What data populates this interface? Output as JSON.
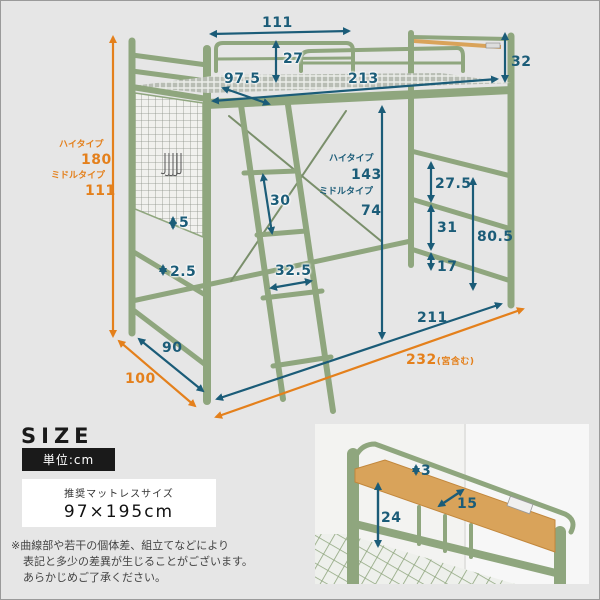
{
  "diagram": {
    "title": "SIZE",
    "unit_badge": "単位:cm",
    "colors": {
      "background": "#e6e6e6",
      "frame_green": "#8fa67e",
      "dimension_teal": "#1b5c78",
      "dimension_orange": "#e4801c",
      "shelf_wood": "#d9a35a"
    },
    "overall_height": {
      "high_type_label": "ハイタイプ",
      "high_type_value": "180",
      "middle_type_label": "ミドルタイプ",
      "middle_type_value": "111"
    },
    "under_bed_height": {
      "high_type_label": "ハイタイプ",
      "high_type_value": "143",
      "middle_type_label": "ミドルタイプ",
      "middle_type_value": "74"
    },
    "dimensions": {
      "top_width": "111",
      "guard_height": "27",
      "guard_opening": "97.5",
      "inner_length": "213",
      "headboard_height": "32",
      "ladder_step_gap": "30",
      "ladder_width": "32.5",
      "mesh_pipe": "5",
      "side_pipe": "2.5",
      "inner_depth": "90",
      "outer_depth": "100",
      "bottom_inner_length": "211",
      "overall_length": "232",
      "overall_length_note": "(宮含む)",
      "end_rail_gap_1": "27.5",
      "end_rail_gap_2": "31",
      "end_rail_gap_3": "17",
      "end_rail_total": "80.5"
    },
    "mattress": {
      "label": "推奨マットレスサイズ",
      "size": "97×195cm"
    },
    "note": {
      "line1": "※曲線部や若干の個体差、組立てなどにより",
      "line2": "表記と多少の差異が生じることがございます。",
      "line3": "あらかじめご了承ください。"
    },
    "inset": {
      "pipe_diameter": "3",
      "shelf_depth": "15",
      "shelf_height": "24"
    }
  }
}
